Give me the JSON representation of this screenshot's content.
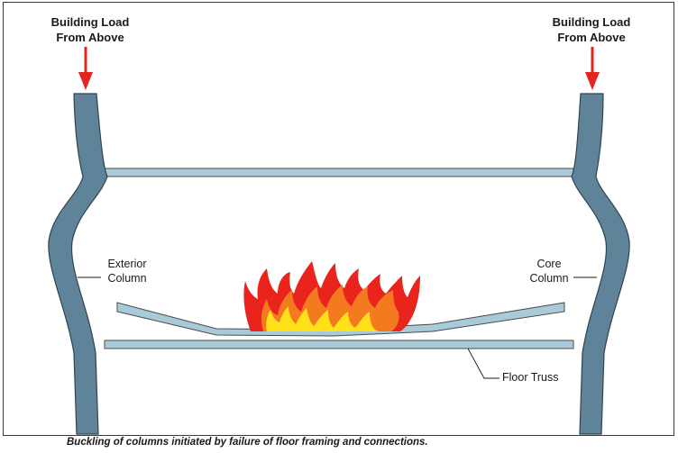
{
  "diagram": {
    "load_left": [
      "Building Load",
      "From Above"
    ],
    "load_right": [
      "Building Load",
      "From Above"
    ],
    "exterior_column": [
      "Exterior",
      "Column"
    ],
    "core_column": [
      "Core",
      "Column"
    ],
    "floor_truss": "Floor Truss",
    "caption": "Buckling of columns initiated by failure of floor framing and connections."
  },
  "colors": {
    "column": "#5f8499",
    "truss": "#a9cad8",
    "arrow": "#e0261f",
    "flame_red": "#e8241c",
    "flame_orange": "#f47a20",
    "flame_yellow": "#ffe11a",
    "frame": "#3a3a3a"
  }
}
